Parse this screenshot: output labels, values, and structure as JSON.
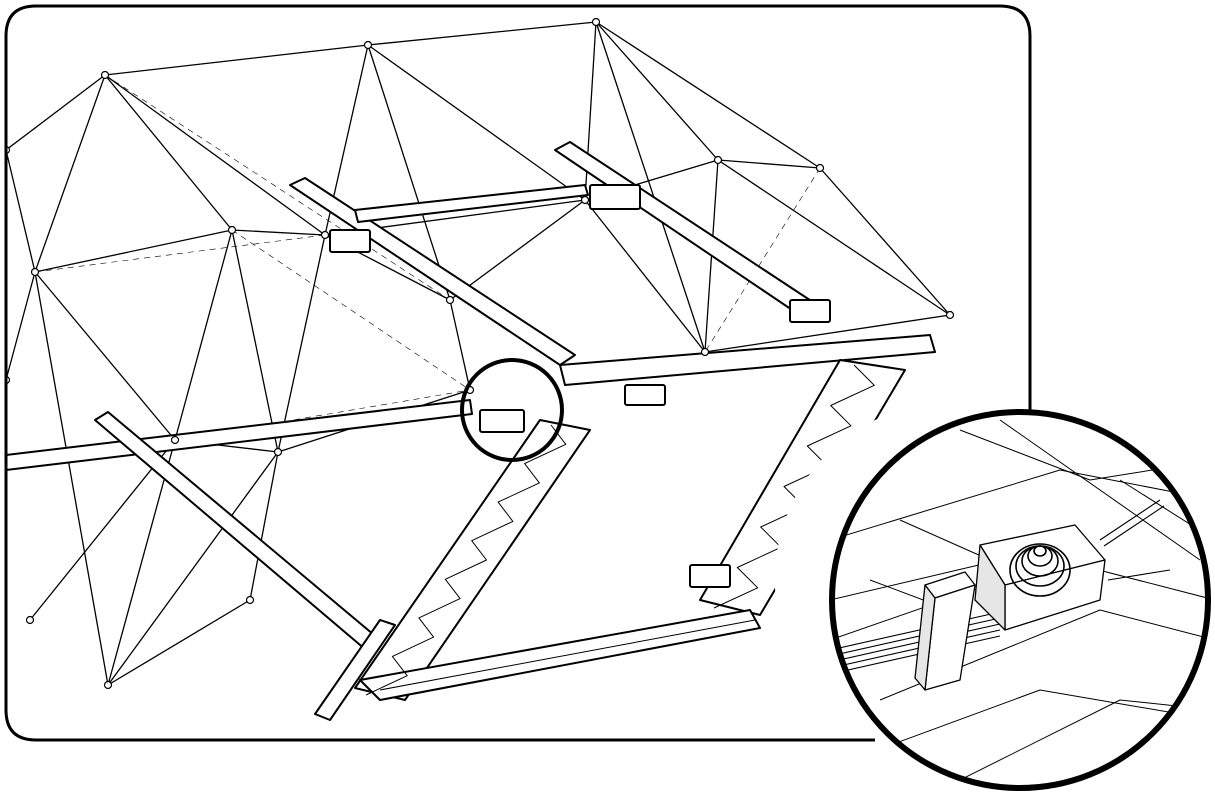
{
  "figure": {
    "ink_color": "#000000",
    "paper_color": "#ffffff",
    "main_view": "truss-frame-illustration",
    "detail_view": "connector-detail-magnified",
    "callout_marker": "magnification-circle"
  }
}
